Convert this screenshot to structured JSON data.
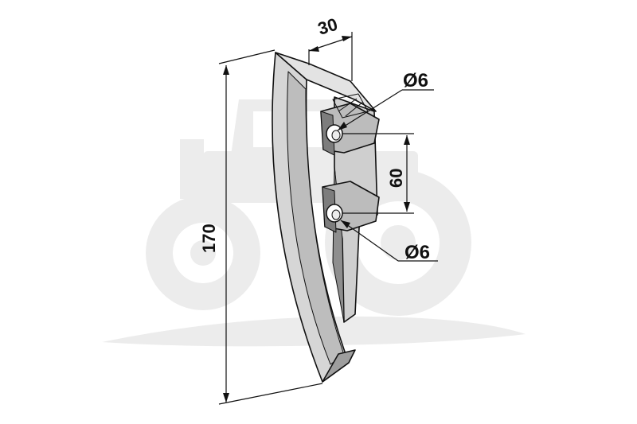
{
  "drawing": {
    "dimensions": {
      "width": "30",
      "height": "170",
      "hole_spacing": "60",
      "hole_top_diameter": "Ø6",
      "hole_bottom_diameter": "Ø6"
    },
    "colors": {
      "background": "#ffffff",
      "watermark": "#ececec",
      "part_fill": "#d6d6d6",
      "part_shadow": "#a8a8a8",
      "part_dark": "#555555",
      "outline": "#111111"
    },
    "watermark_icon": "tractor-icon"
  }
}
